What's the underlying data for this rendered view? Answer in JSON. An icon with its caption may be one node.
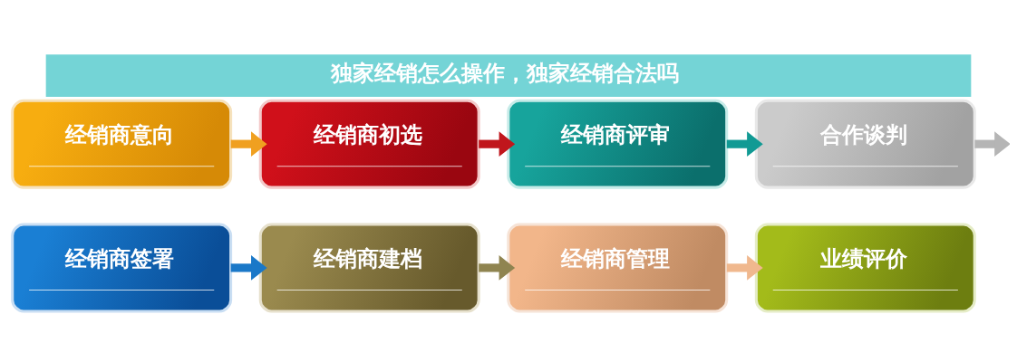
{
  "diagram": {
    "title": "独家经销怎么操作，独家经销合法吗",
    "nodes": [
      {
        "text": [
          "经销商意向"
        ]
      },
      {
        "text": [
          "经销商初选"
        ]
      },
      {
        "text": [
          "经销商评审"
        ]
      },
      {
        "text": [
          "合作谈判"
        ]
      },
      {
        "text": [
          "经销商签署"
        ]
      },
      {
        "text": [
          "经销商建档"
        ]
      },
      {
        "text": [
          "经销商管理"
        ]
      },
      {
        "text": [
          "业绩评价"
        ]
      }
    ],
    "edges": [
      {
        "from": 0,
        "to": 1,
        "arrow": "to",
        "color": "#f0a020"
      },
      {
        "from": 1,
        "to": 2,
        "arrow": "to",
        "color": "#c0161c"
      },
      {
        "from": 2,
        "to": 3,
        "arrow": "to",
        "color": "#119a94"
      },
      {
        "from": 3,
        "to": null,
        "arrow": "to",
        "color": "#b5b5b5"
      },
      {
        "from": 4,
        "to": 5,
        "arrow": "to",
        "color": "#1a78c8"
      },
      {
        "from": 5,
        "to": 6,
        "arrow": "to",
        "color": "#8f8450"
      },
      {
        "from": 6,
        "to": 7,
        "arrow": "to",
        "color": "#f0b88e"
      }
    ]
  }
}
